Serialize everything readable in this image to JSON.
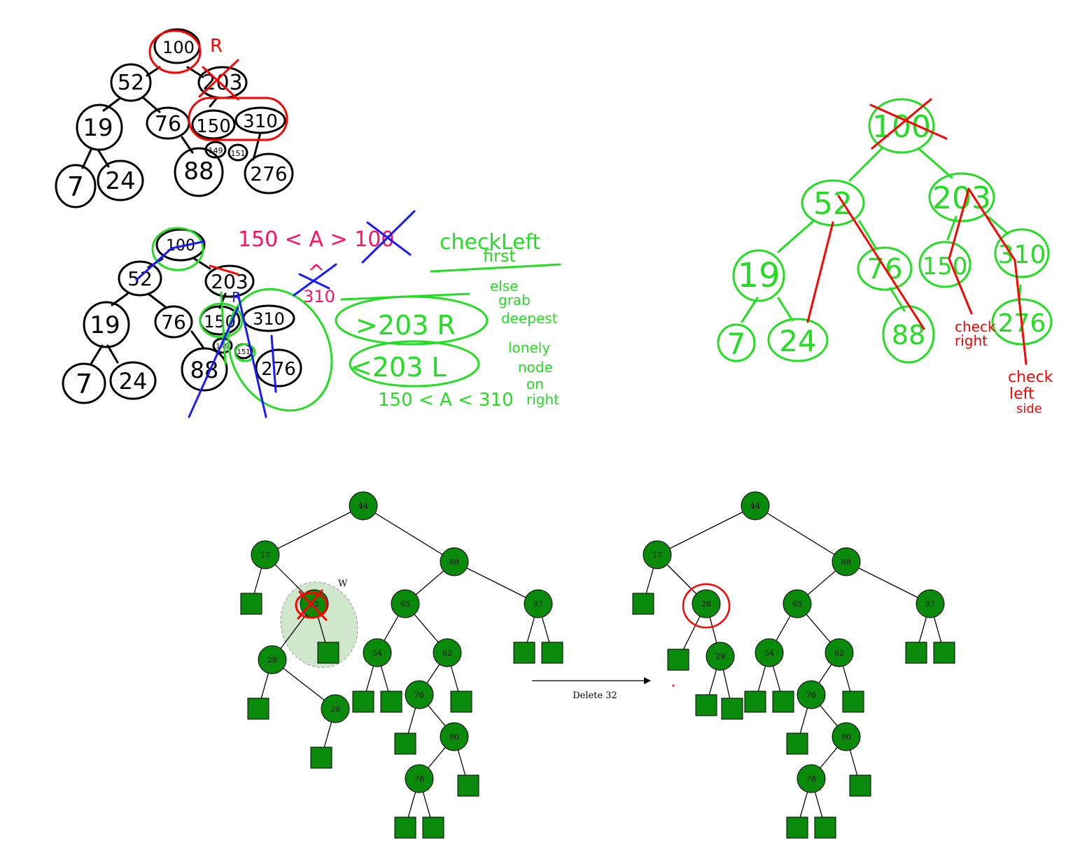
{
  "sketch_top_left": {
    "root": "100",
    "root_mark": "R",
    "nodes": [
      "52",
      "203",
      "19",
      "76",
      "150",
      "310",
      "149",
      "151",
      "7",
      "24",
      "88",
      "276"
    ]
  },
  "sketch_bottom_left": {
    "nodes": [
      "100",
      "52",
      "203",
      "19",
      "76",
      "150",
      "310",
      "149",
      "151",
      "88",
      "276",
      "7",
      "24"
    ],
    "blue_mark": "R",
    "notes": {
      "inequality": "150 < A > 100",
      "up_caret": "^",
      "below_caret": "310",
      "check_left": "checkLeft",
      "check_first": "first",
      "gt_rule": ">203 R",
      "lt_rule": "<203 L",
      "range": "150 < A < 310",
      "else1": "else",
      "else2": "grab",
      "else3": "deepest",
      "lonely1": "lonely",
      "lonely2": "node",
      "lonely3": "on",
      "lonely4": "right"
    }
  },
  "sketch_right": {
    "nodes": [
      "100",
      "52",
      "203",
      "19",
      "76",
      "150",
      "310",
      "7",
      "24",
      "88",
      "276"
    ],
    "check_right": [
      "check",
      "right"
    ],
    "check_left": [
      "check",
      "left",
      "side"
    ]
  },
  "rb_before": {
    "nodes": [
      "44",
      "17",
      "88",
      "32",
      "65",
      "97",
      "28",
      "54",
      "82",
      "29",
      "76",
      "80",
      "78"
    ],
    "w_label": "W"
  },
  "rb_after": {
    "nodes": [
      "44",
      "17",
      "88",
      "28",
      "65",
      "97",
      "29",
      "54",
      "82",
      "76",
      "80",
      "78"
    ]
  },
  "arrow_label": "Delete 32",
  "colors": {
    "ink_black": "#000000",
    "ink_red": "#ff0000",
    "ink_green": "#22dd22",
    "ink_blue": "#1a1aff",
    "ink_pink": "#ff1060",
    "rb_node": "#0a8a0a",
    "rb_highlight": "#cfe8cb"
  }
}
